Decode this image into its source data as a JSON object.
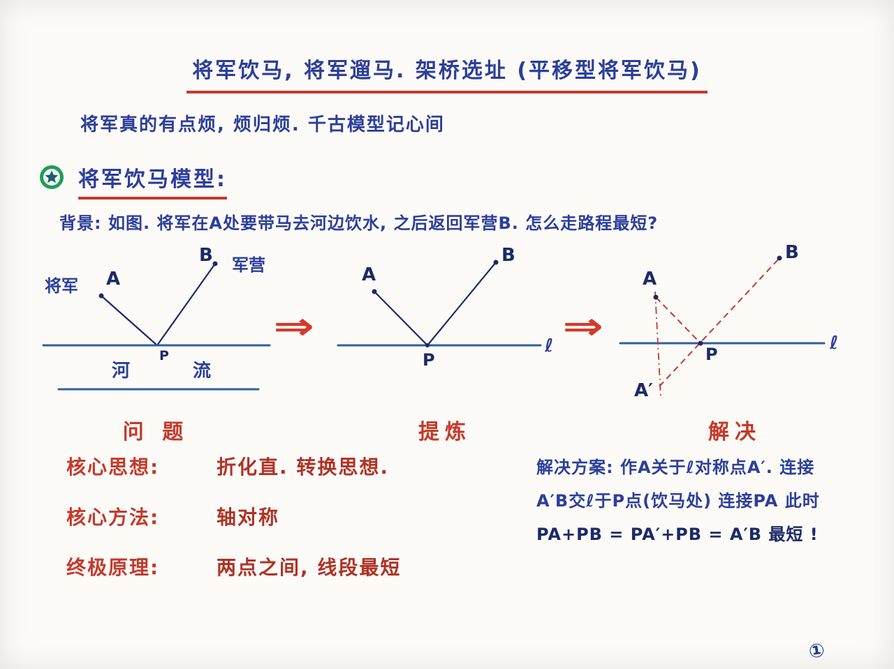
{
  "colors": {
    "ink_blue": "#2c3e9b",
    "ink_navy": "#1c2a66",
    "ink_red": "#c5392b",
    "river_blue": "#2e5fa3",
    "star_green": "#1f9d55"
  },
  "header": {
    "title": "将军饮马,  将军遛马.  架桥选址 (平移型将军饮马)",
    "subtitle": "将军真的有点烦,  烦归烦. 千古模型记心间"
  },
  "section": {
    "heading": "将军饮马模型:",
    "background": "背景: 如图.  将军在A处要带马去河边饮水, 之后返回军营B.  怎么走路程最短?"
  },
  "diagram1": {
    "general_label": "将军",
    "camp_label": "军营",
    "a": "A",
    "b": "B",
    "p": "P",
    "river_left": "河",
    "river_right": "流",
    "caption": "问 题"
  },
  "diagram2": {
    "a": "A",
    "b": "B",
    "p": "P",
    "line": "ℓ",
    "caption": "提炼"
  },
  "diagram3": {
    "a": "A",
    "b": "B",
    "p": "P",
    "a_prime": "A′",
    "line": "ℓ",
    "caption": "解决"
  },
  "arrow": {
    "glyph": "⇒"
  },
  "notes_left": {
    "rows": [
      {
        "label": "核心思想:",
        "value": "折化直.   转换思想."
      },
      {
        "label": "核心方法:",
        "value": "轴对称"
      },
      {
        "label": "终极原理:",
        "value": "两点之间, 线段最短"
      }
    ]
  },
  "notes_right": {
    "line1": "解决方案:  作A关于ℓ对称点A′. 连接",
    "line2": "A′B交ℓ于P点(饮马处)  连接PA  此时",
    "line3": "PA+PB = PA′+PB = A′B 最短 !"
  },
  "footer": {
    "page_number": "①"
  }
}
